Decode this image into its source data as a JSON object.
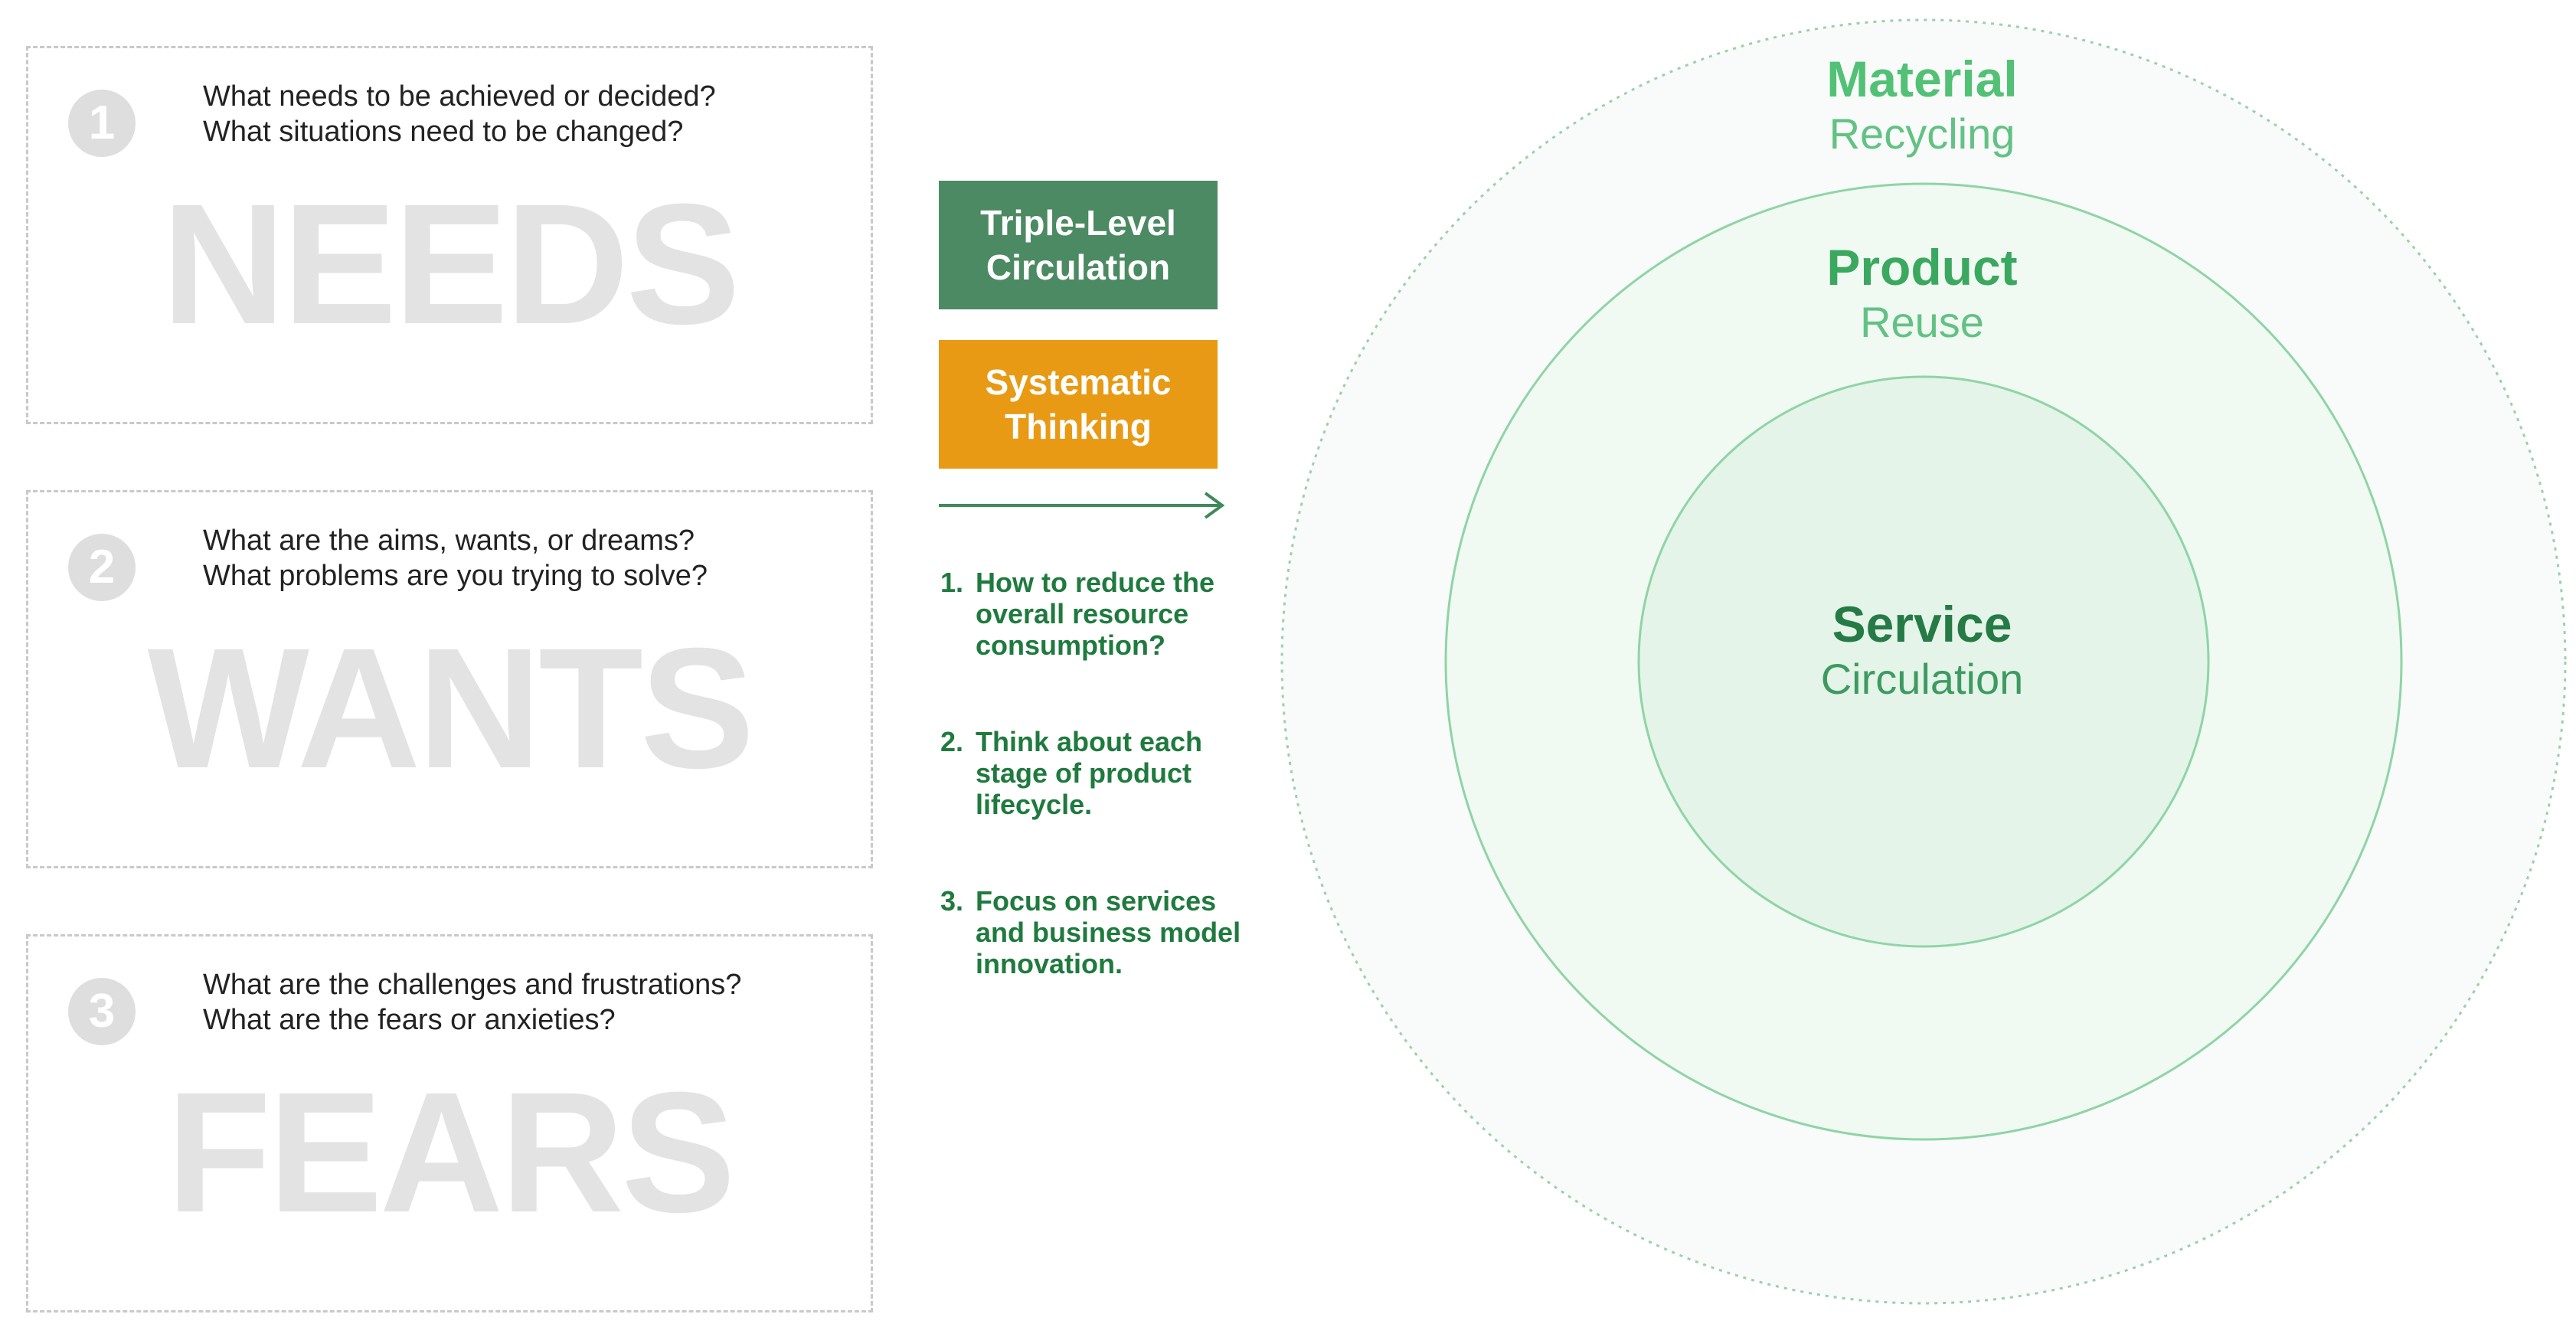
{
  "cards": [
    {
      "number": "1",
      "questions": [
        "What needs to be achieved or decided?",
        "What situations need to be changed?"
      ],
      "word": "NEEDS"
    },
    {
      "number": "2",
      "questions": [
        "What are the aims, wants, or dreams?",
        "What problems are you trying to solve?"
      ],
      "word": "WANTS"
    },
    {
      "number": "3",
      "questions": [
        "What are the challenges and frustrations?",
        "What are the fears or anxieties?"
      ],
      "word": "FEARS"
    }
  ],
  "middle": {
    "triple_level": [
      "Triple-Level",
      "Circulation"
    ],
    "systematic": [
      "Systematic",
      "Thinking"
    ],
    "steps": [
      {
        "number": "1.",
        "lines": [
          "How to reduce the",
          "overall resource",
          "consumption?"
        ]
      },
      {
        "number": "2.",
        "lines": [
          "Think about each",
          "stage of product",
          "lifecycle."
        ]
      },
      {
        "number": "3.",
        "lines": [
          "Focus on services",
          "and business model",
          "innovation."
        ]
      }
    ]
  },
  "rings": {
    "material": {
      "title": "Material",
      "subtitle": "Recycling"
    },
    "product": {
      "title": "Product",
      "subtitle": "Reuse"
    },
    "service": {
      "title": "Service",
      "subtitle": "Circulation"
    }
  },
  "colors": {
    "green_box": "#4b8a62",
    "orange_box": "#e89a14",
    "step_text": "#1f7a3e",
    "ring_stroke": "#8fd4a6",
    "ring_fill_outer": "#f7fbf8",
    "ring_fill_middle": "#eff8f1",
    "ring_fill_inner": "#e3f3e8",
    "watermark": "#e3e3e3",
    "number_badge": "#dedede"
  }
}
